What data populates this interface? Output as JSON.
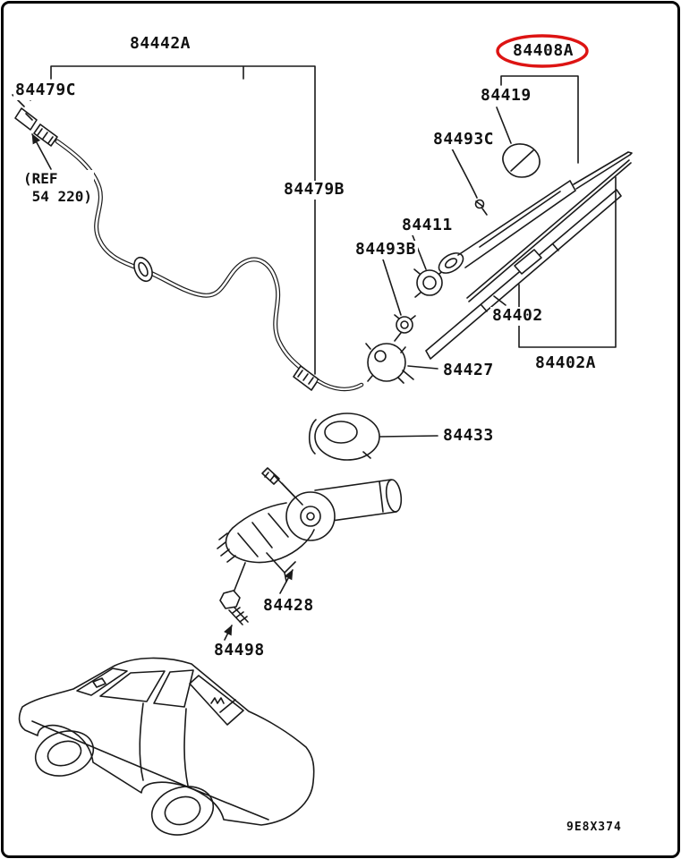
{
  "diagram": {
    "drawing_code": "9E8X374",
    "highlight_color": "#dd1413",
    "line_color": "#1a1a1a",
    "ref_note": "(REF\n 54 220)",
    "labels": [
      {
        "part": "84442A"
      },
      {
        "part": "84479C"
      },
      {
        "part": "84479B"
      },
      {
        "part": "84408A"
      },
      {
        "part": "84419"
      },
      {
        "part": "84493C"
      },
      {
        "part": "84411"
      },
      {
        "part": "84493B"
      },
      {
        "part": "84402"
      },
      {
        "part": "84402A"
      },
      {
        "part": "84427"
      },
      {
        "part": "84433"
      },
      {
        "part": "84428"
      },
      {
        "part": "84498"
      }
    ]
  }
}
